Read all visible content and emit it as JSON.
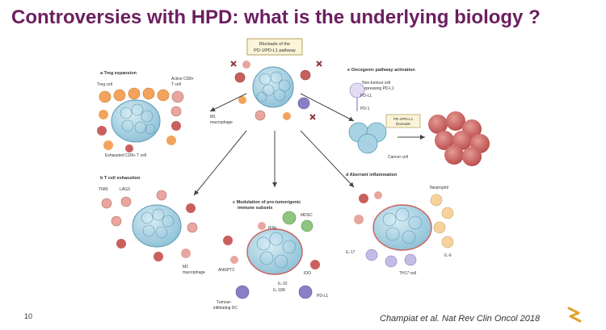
{
  "slide": {
    "title": "Controversies with HPD: what is the underlying biology ?",
    "page_number": "10",
    "citation": "Champiat et al. Nat Rev Clin Oncol 2018"
  },
  "figure": {
    "center_box": [
      "Blockade of the",
      "PD-1/PD-L1 pathway"
    ],
    "m1_label": [
      "M1",
      "macrophage"
    ],
    "panel_a": {
      "title": "a  Treg expansion",
      "treg": "Treg cell",
      "active": [
        "Active CD8+",
        "T cell"
      ],
      "exhausted": "Exhausted CD8+ T cell"
    },
    "panel_b": {
      "title": "b  T cell exhaustion",
      "tim3": "TIM3",
      "lag3": "LAG3",
      "m2": [
        "M2",
        "macrophage"
      ]
    },
    "panel_c": {
      "title": [
        "c  Modulation of pro-tumorigenic",
        "immune subsets"
      ],
      "mdsc": "MDSC",
      "ifng": "IFNγ",
      "angpt2": "ANGPT2",
      "ido": "IDO",
      "il10": "IL-10",
      "il10r": "IL-10R",
      "pdl1": "PD-L1",
      "tidc": [
        "Tumour-",
        "infiltrating DC"
      ]
    },
    "panel_d": {
      "title": "d  Aberrant inflammation",
      "neutrophil": "Neutrophil",
      "il17": "IL-17",
      "il6": "IL-6",
      "th17": "TH17 cell"
    },
    "panel_e": {
      "title": "e  Oncogenic pathway activation",
      "nontumour": [
        "Non-tumour cell",
        "expressing PD-L1"
      ],
      "pdl1": "PD-L1",
      "pd1": "PD-1",
      "blockade": [
        "PD-1/PD-L1",
        "blockade"
      ],
      "cancer": "Cancer cell"
    }
  },
  "colors": {
    "title": "#6b1f5f",
    "tumour": "#a9d3e4",
    "tumour_edge": "#5a98b4",
    "treg": "#f3a35b",
    "tcell": "#e8a69e",
    "cancer_oncogenic": "#c9605d",
    "mdsc": "#8fc57f",
    "dc": "#8a7fc4"
  }
}
